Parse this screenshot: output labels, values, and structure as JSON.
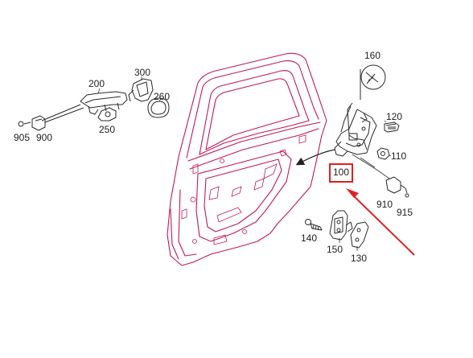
{
  "diagram": {
    "callouts": [
      {
        "id": "c160",
        "text": "160"
      },
      {
        "id": "c300",
        "text": "300"
      },
      {
        "id": "c200",
        "text": "200"
      },
      {
        "id": "c260",
        "text": "260"
      },
      {
        "id": "c120",
        "text": "120"
      },
      {
        "id": "c110",
        "text": "110"
      },
      {
        "id": "c100",
        "text": "100"
      },
      {
        "id": "c250",
        "text": "250"
      },
      {
        "id": "c905",
        "text": "905"
      },
      {
        "id": "c900",
        "text": "900"
      },
      {
        "id": "c910",
        "text": "910"
      },
      {
        "id": "c915",
        "text": "915"
      },
      {
        "id": "c140",
        "text": "140"
      },
      {
        "id": "c150",
        "text": "150"
      },
      {
        "id": "c130",
        "text": "130"
      }
    ],
    "highlight": {
      "callout": "100",
      "color": "#e02020"
    },
    "part_color": "#c2185b",
    "mechanism_color": "#2a2a2a"
  }
}
